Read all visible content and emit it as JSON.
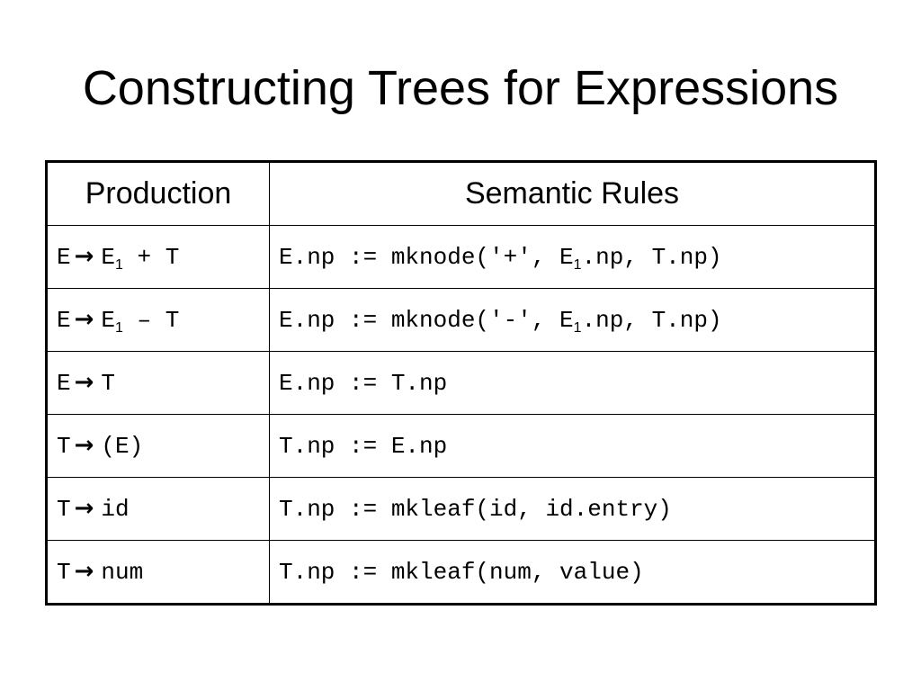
{
  "slide": {
    "title": "Constructing Trees for Expressions"
  },
  "table": {
    "headers": {
      "production": "Production",
      "semantic_rules": "Semantic Rules"
    },
    "arrow_icon": "right-arrow-icon",
    "rows": [
      {
        "lhs": "E",
        "rhs_pre": "E",
        "rhs_sub": "1",
        "rhs_post": " + T",
        "rule_pre": "E.np := mknode('+', E",
        "rule_sub": "1",
        "rule_post": ".np, T.np)"
      },
      {
        "lhs": "E",
        "rhs_pre": "E",
        "rhs_sub": "1",
        "rhs_post": " – T",
        "rule_pre": "E.np := mknode('-', E",
        "rule_sub": "1",
        "rule_post": ".np, T.np)"
      },
      {
        "lhs": "E",
        "rhs_pre": "T",
        "rhs_sub": "",
        "rhs_post": "",
        "rule_pre": "E.np := T.np",
        "rule_sub": "",
        "rule_post": ""
      },
      {
        "lhs": "T",
        "rhs_pre": "(E)",
        "rhs_sub": "",
        "rhs_post": "",
        "rule_pre": "T.np := E.np",
        "rule_sub": "",
        "rule_post": ""
      },
      {
        "lhs": "T",
        "rhs_pre": "id",
        "rhs_sub": "",
        "rhs_post": "",
        "rule_pre": "T.np := mkleaf(id, id.entry)",
        "rule_sub": "",
        "rule_post": ""
      },
      {
        "lhs": "T",
        "rhs_pre": "num",
        "rhs_sub": "",
        "rhs_post": "",
        "rule_pre": "T.np := mkleaf(num, value)",
        "rule_sub": "",
        "rule_post": ""
      }
    ]
  }
}
